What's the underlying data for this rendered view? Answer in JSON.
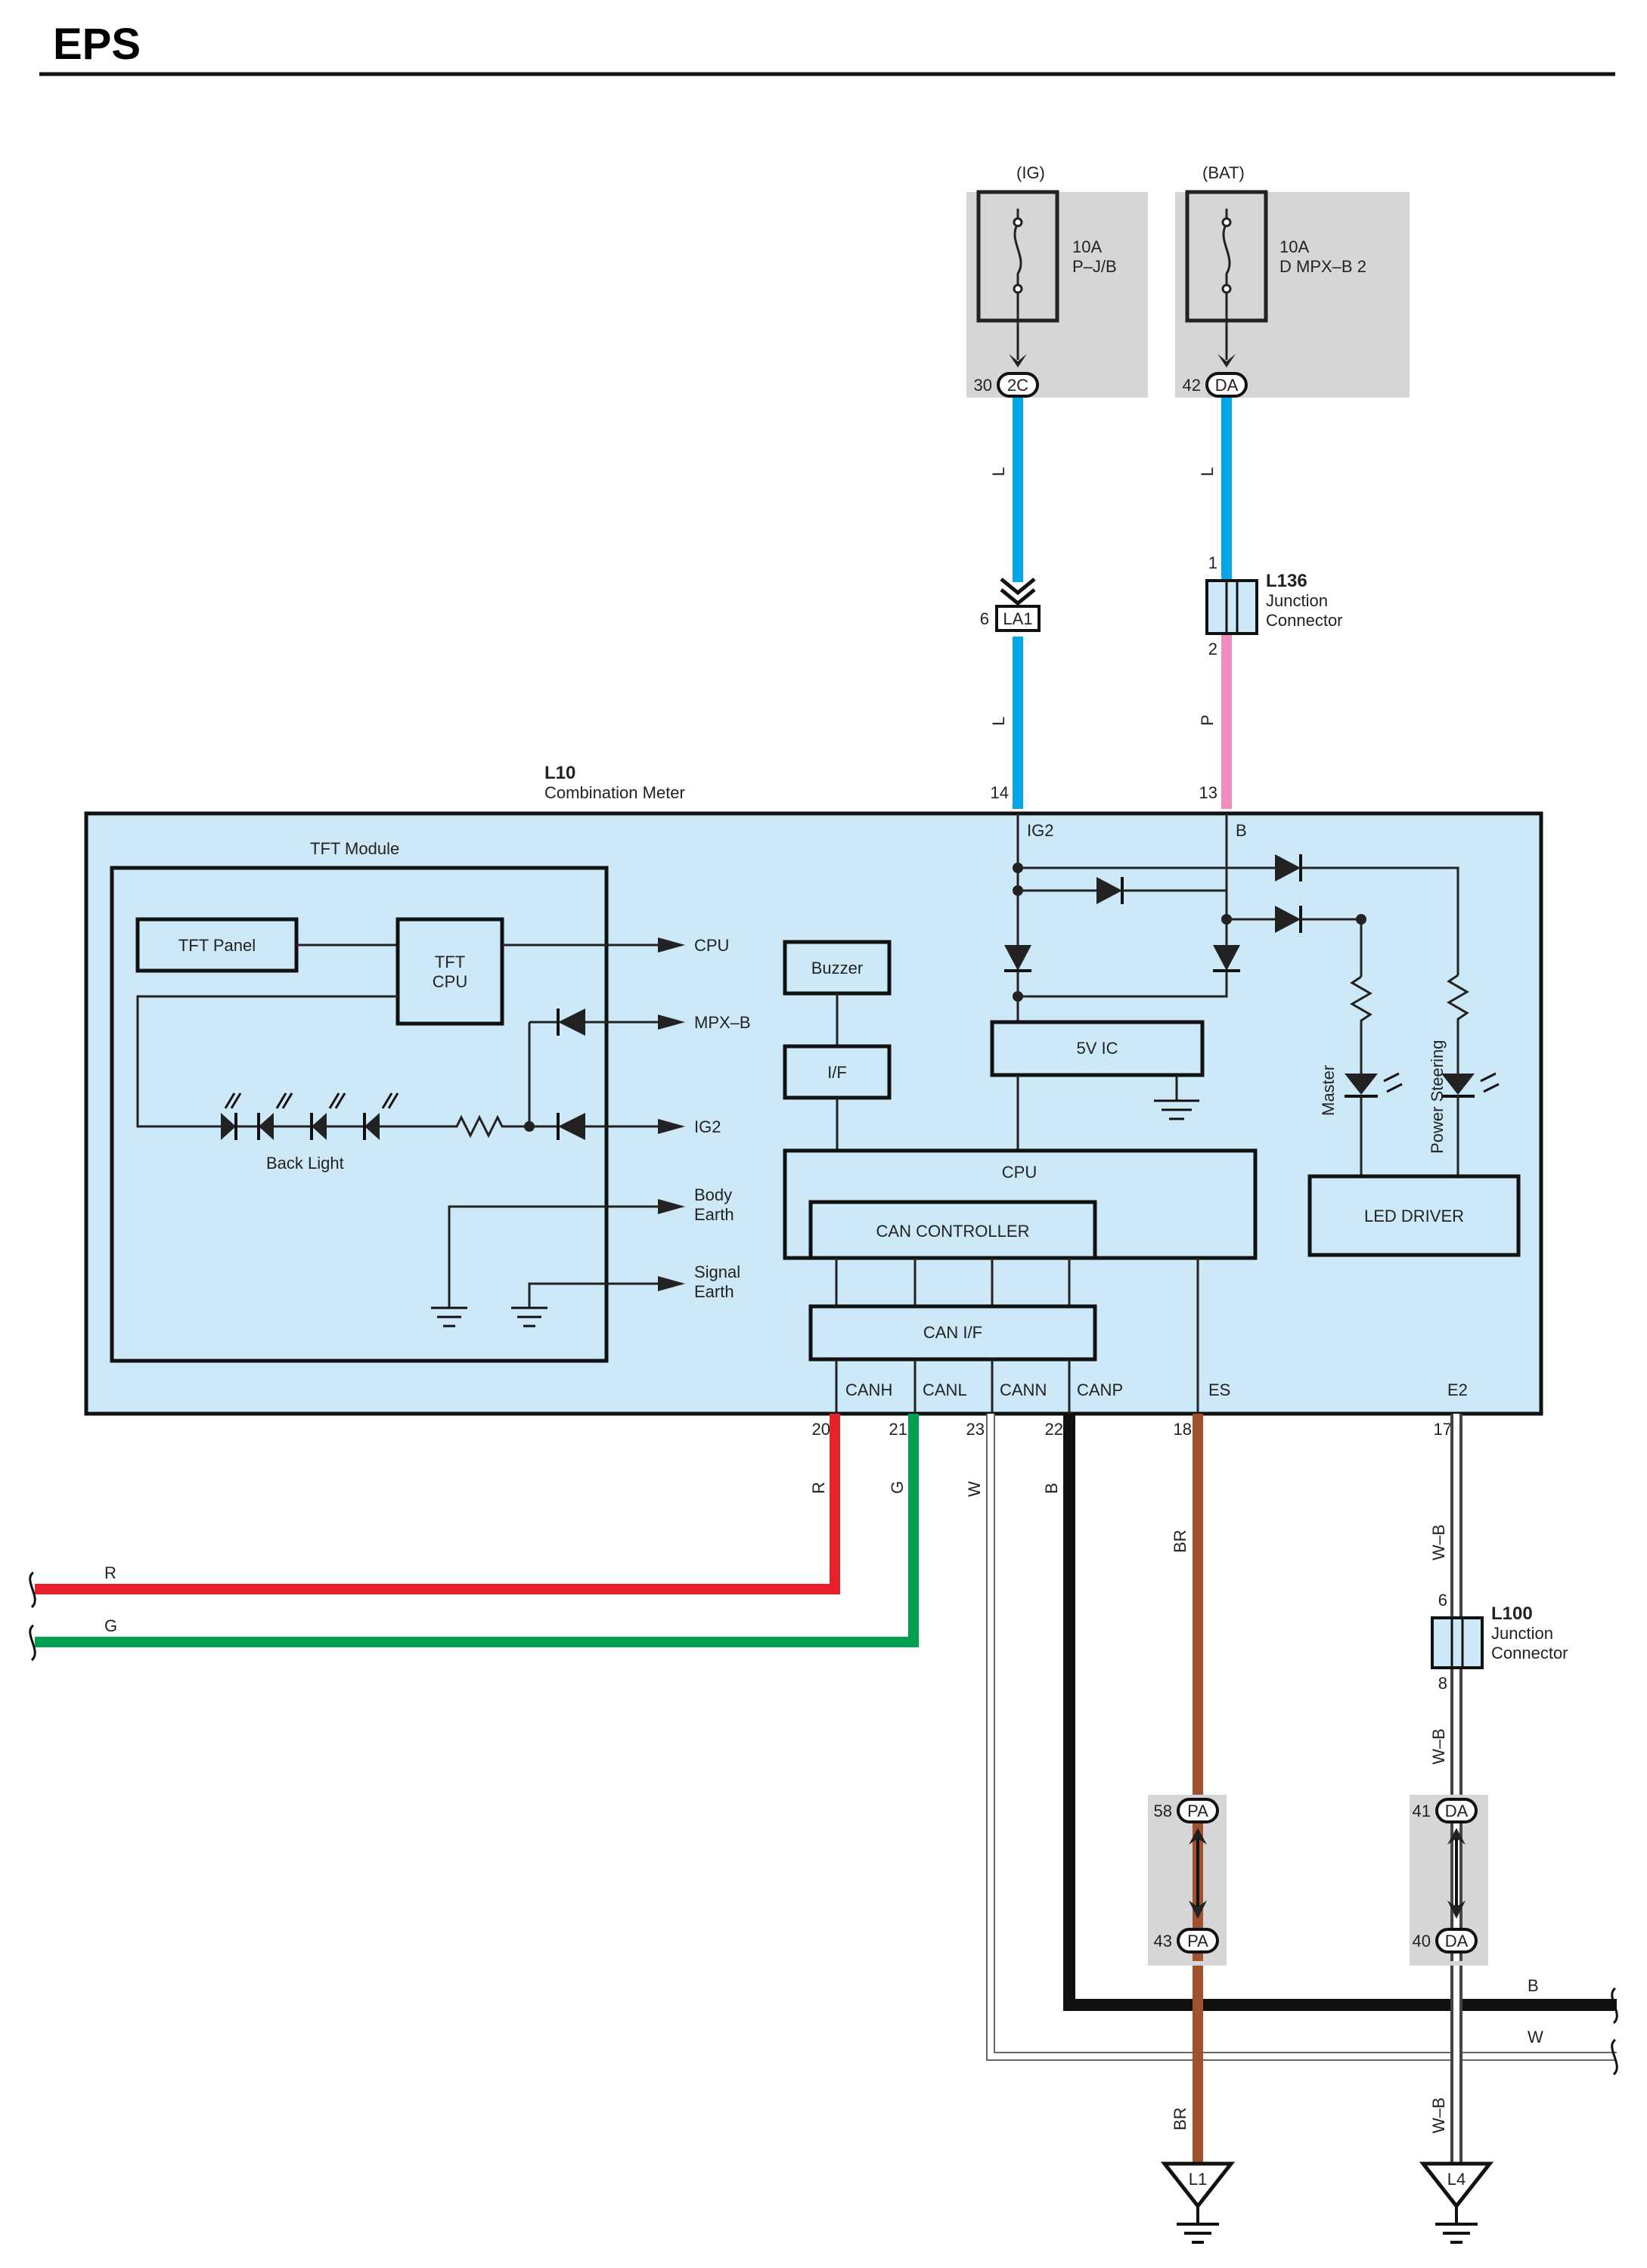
{
  "title": "EPS",
  "fuses": [
    {
      "supply": "(IG)",
      "rating": "10A",
      "name": "P–J/B",
      "pin": "30",
      "connector": "2C"
    },
    {
      "supply": "(BAT)",
      "rating": "10A",
      "name": "D MPX–B 2",
      "pin": "42",
      "connector": "DA"
    }
  ],
  "inline_connector": {
    "pin": "6",
    "code": "LA1"
  },
  "junction_l136": {
    "code": "L136",
    "line1": "Junction",
    "line2": "Connector",
    "pin_in": "1",
    "pin_out": "2"
  },
  "junction_l100": {
    "code": "L100",
    "line1": "Junction",
    "line2": "Connector",
    "pin_in": "6",
    "pin_out": "8"
  },
  "meter": {
    "code": "L10",
    "name": "Combination Meter",
    "pin_ig2": "14",
    "label_ig2": "IG2",
    "pin_b": "13",
    "label_b": "B",
    "tft_module": "TFT Module",
    "tft_panel": "TFT Panel",
    "tft_cpu_1": "TFT",
    "tft_cpu_2": "CPU",
    "back_light": "Back Light",
    "sig_cpu": "CPU",
    "sig_mpxb": "MPX–B",
    "sig_ig2": "IG2",
    "body_earth_1": "Body",
    "body_earth_2": "Earth",
    "signal_earth_1": "Signal",
    "signal_earth_2": "Earth",
    "buzzer": "Buzzer",
    "if": "I/F",
    "five_v_ic": "5V IC",
    "cpu": "CPU",
    "can_controller": "CAN CONTROLLER",
    "can_if": "CAN I/F",
    "led_driver": "LED DRIVER",
    "led_master": "Master",
    "led_power_steering": "Power Steering",
    "terminals": [
      {
        "label": "CANH",
        "pin": "20",
        "wire": "R"
      },
      {
        "label": "CANL",
        "pin": "21",
        "wire": "G"
      },
      {
        "label": "CANN",
        "pin": "23",
        "wire": "W"
      },
      {
        "label": "CANP",
        "pin": "22",
        "wire": "B"
      },
      {
        "label": "ES",
        "pin": "18",
        "wire": "BR"
      },
      {
        "label": "E2",
        "pin": "17",
        "wire": "W–B"
      }
    ]
  },
  "wires": {
    "ig_upper": "L",
    "ig_lower": "L",
    "bat_upper": "L",
    "bat_lower": "P",
    "r_left": "R",
    "g_left": "G",
    "b_right": "B",
    "w_right": "W",
    "br_lower": "BR",
    "wb_mid": "W–B",
    "wb_lower": "W–B"
  },
  "connectors_pa": [
    {
      "pin": "58",
      "code": "PA"
    },
    {
      "pin": "43",
      "code": "PA"
    }
  ],
  "connectors_da": [
    {
      "pin": "41",
      "code": "DA"
    },
    {
      "pin": "40",
      "code": "DA"
    }
  ],
  "grounds": [
    "L1",
    "L4"
  ],
  "colors": {
    "blue": "#00a6e8",
    "pink": "#f08bbd",
    "red": "#e8202a",
    "green": "#00a050",
    "brown": "#a0522d",
    "black": "#111111",
    "panel": "#cde9f8",
    "gray_box": "#d6d6d6"
  }
}
